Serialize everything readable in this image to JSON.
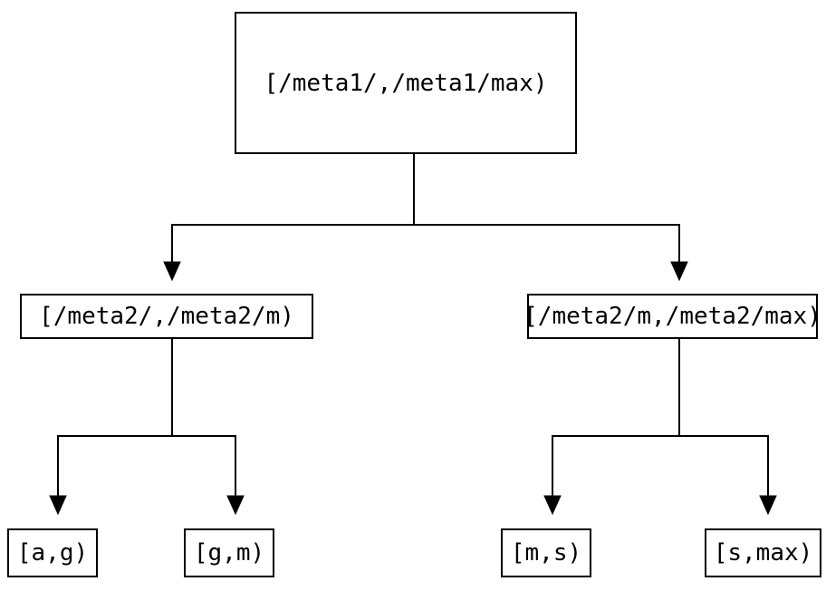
{
  "colors": {
    "background": "#ffffff",
    "line": "#000000",
    "text": "#000000"
  },
  "tree": {
    "root": {
      "label": "[/meta1/,/meta1/max)",
      "children": [
        {
          "label": "[/meta2/,/meta2/m)",
          "children": [
            {
              "label": "[a,g)"
            },
            {
              "label": "[g,m)"
            }
          ]
        },
        {
          "label": "[/meta2/m,/meta2/max)",
          "children": [
            {
              "label": "[m,s)"
            },
            {
              "label": "[s,max)"
            }
          ]
        }
      ]
    }
  }
}
